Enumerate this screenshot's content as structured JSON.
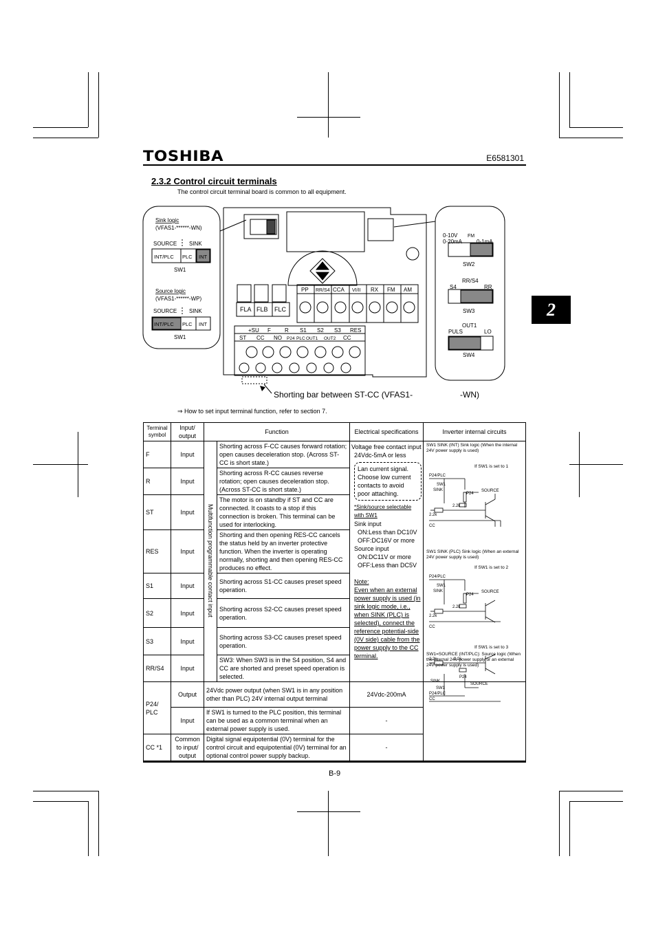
{
  "header": {
    "logo": "TOSHIBA",
    "doc_number": "E6581301"
  },
  "section": {
    "title": "2.3.2 Control circuit terminals",
    "intro": "The control circuit terminal board is common to all equipment."
  },
  "chapter_tab": "2",
  "diagram": {
    "sink_logic": "Sink logic",
    "sink_model": "(VFAS1-******-WN)",
    "source_logic": "Source logic",
    "source_model": "(VFAS1-******-WP)",
    "source": "SOURCE",
    "sink": "SINK",
    "int_plc": "INT/PLC",
    "plc": "PLC",
    "int": "INT",
    "sw1": "SW1",
    "relay_terminals": [
      "FLA",
      "FLB",
      "FLC"
    ],
    "top_terminals": [
      "PP",
      "RR/S4",
      "CCA",
      "VI/II",
      "RX",
      "FM",
      "AM"
    ],
    "upper_row": [
      "+SU",
      "F",
      "R",
      "S1",
      "S2",
      "S3",
      "RES"
    ],
    "lower_row": [
      "ST",
      "CC",
      "NO",
      "P24",
      "PLC",
      "OUT1",
      "OUT2",
      "CC"
    ],
    "sw2_top": "0-10V",
    "sw2_fm": "FM",
    "sw2_left": "0-20mA",
    "sw2_right": "0-1mA",
    "sw2": "SW2",
    "sw3_top": "RR/S4",
    "sw3_left": "S4",
    "sw3_right": "RR",
    "sw3": "SW3",
    "sw4_top": "OUT1",
    "sw4_left": "PULS",
    "sw4_right": "LO",
    "sw4": "SW4",
    "shorting_bar": "Shorting bar between ST-CC (VFAS1-",
    "shorting_bar_end": "-WN)"
  },
  "note": "⇒ How to set input terminal function, refer to section 7.",
  "table": {
    "headers": [
      "Terminal symbol",
      "Input/ output",
      "Function",
      "Electrical specifications",
      "Inverter internal circuits"
    ],
    "group_label": "Multifunction programmable contact input",
    "rows": [
      {
        "symbol": "F",
        "io": "Input",
        "function": "Shorting across F-CC causes forward rotation; open causes deceleration stop. (Across ST-CC is short state.)"
      },
      {
        "symbol": "R",
        "io": "Input",
        "function": "Shorting across R-CC causes reverse rotation; open causes deceleration stop. (Across ST-CC is short state.)"
      },
      {
        "symbol": "ST",
        "io": "Input",
        "function": "The motor is on standby if ST and CC are connected. It coasts to a stop if this connection is broken. This terminal can be used for interlocking."
      },
      {
        "symbol": "RES",
        "io": "Input",
        "function": "Shorting and then opening RES-CC cancels the status held by an inverter protective function. When the inverter is operating normally, shorting and then opening RES-CC produces no effect."
      },
      {
        "symbol": "S1",
        "io": "Input",
        "function": "Shorting across S1-CC causes preset speed operation."
      },
      {
        "symbol": "S2",
        "io": "Input",
        "function": "Shorting across S2-CC causes preset speed operation."
      },
      {
        "symbol": "S3",
        "io": "Input",
        "function": "Shorting across S3-CC causes preset speed operation."
      },
      {
        "symbol": "RR/S4",
        "io": "Input",
        "function": "SW3: When SW3 is in the S4 position, S4 and CC are shorted and preset speed operation is selected."
      }
    ],
    "elec_spec": {
      "l1": "Voltage free contact input",
      "l2": "24Vdc-5mA or less",
      "box": "Lan current signal. Choose low current contacts to avoid poor attaching.",
      "l3": "*Sink/source selectable with SW1",
      "l4": "Sink input",
      "l5": "ON:Less than DC10V",
      "l6": "OFF:DC16V or more",
      "l7": "Source input",
      "l8": "ON:DC11V or more",
      "l9": "OFF:Less than DC5V",
      "note_label": "Note:",
      "note_text": "Even when an external power supply is used (in sink logic mode, i.e., when SINK (PLC) is selected), connect the reference potential-side (0V side) cable from the power supply to the CC terminal."
    },
    "circuits": {
      "c1_title": "SW1 SINK (INT) Sink logic (When the internal 24V power supply is used)",
      "c1_cond": "If SW1 is set to 1",
      "c2_title": "SW1 SINK (PLC) Sink logic (When an external 24V power supply is used)",
      "c2_cond": "If SW1 is set to 2",
      "c3_title": "SW1=SOURCE (INT/PLC): Source logic (When the internal 24V power supply or an external 24V power supply is used)",
      "c3_cond": "If SW1 is set to 3",
      "p24plc": "P24/PLC",
      "sw1": "SW1",
      "sink": "SINK",
      "source": "SOURCE",
      "p24": "P24",
      "r22k": "2.2k",
      "cc": "CC"
    },
    "p24": {
      "symbol": "P24/ PLC",
      "out_io": "Output",
      "out_function": "24Vdc power output (when SW1 is in any position other than PLC) 24V internal output terminal",
      "out_spec": "24Vdc-200mA",
      "in_io": "Input",
      "in_function": "If SW1 is turned to the PLC position, this terminal can be used as a common terminal when an external power supply is used.",
      "in_spec": "-"
    },
    "cc": {
      "symbol": "CC *1",
      "io": "Common to input/ output",
      "function": "Digital signal equipotential (0V) terminal for the control circuit and equipotential (0V) terminal for an optional control power supply backup.",
      "spec": "-"
    }
  },
  "footer": {
    "page": "B-9"
  }
}
